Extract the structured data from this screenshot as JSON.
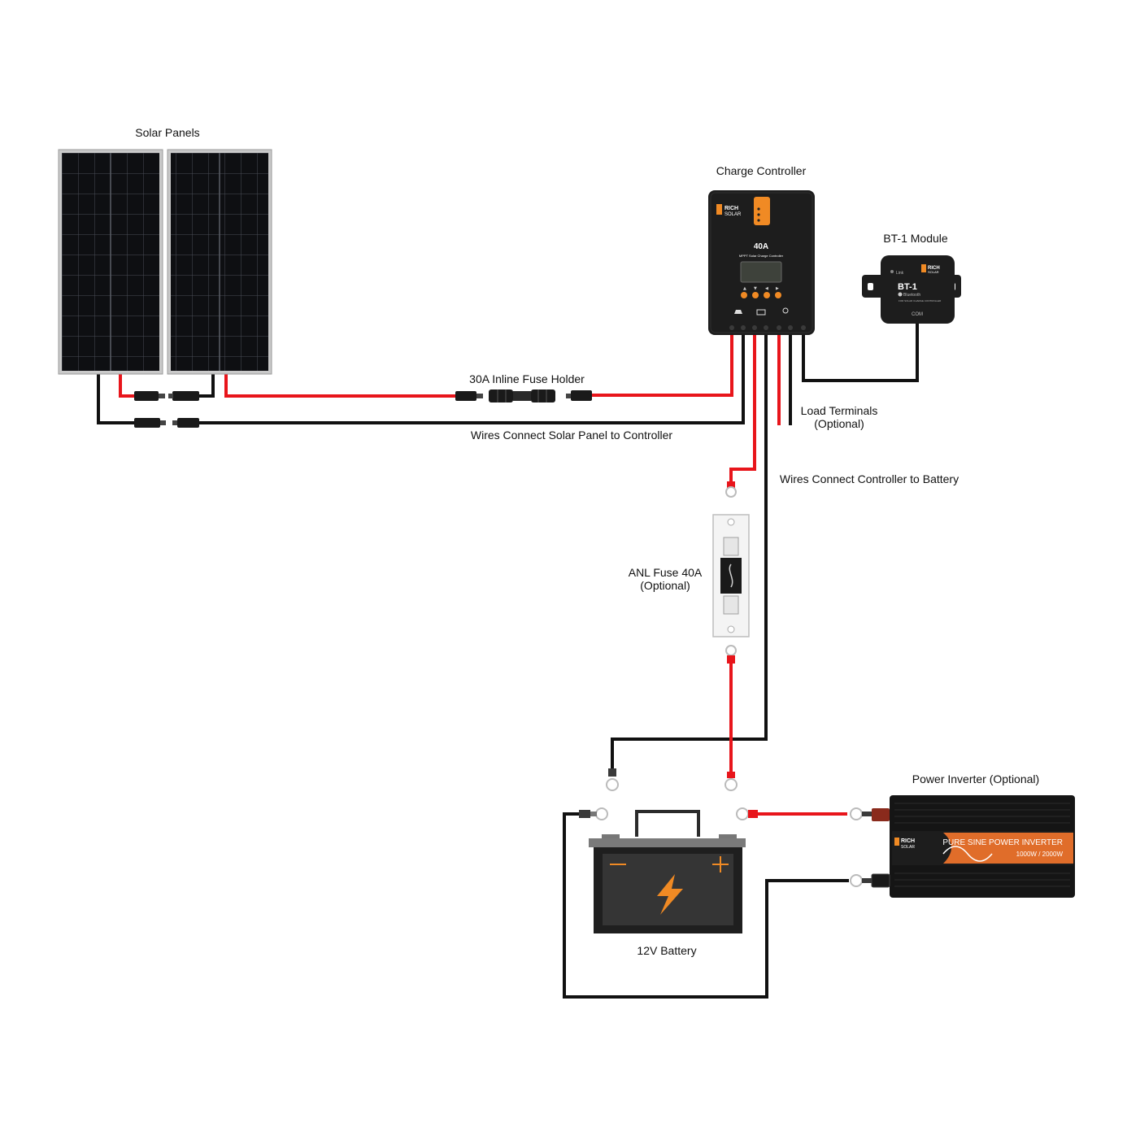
{
  "labels": {
    "solar_panels": "Solar Panels",
    "charge_controller": "Charge Controller",
    "bt1_module": "BT-1 Module",
    "inline_fuse": "30A Inline Fuse Holder",
    "wires_panel_controller": "Wires Connect Solar Panel to Controller",
    "load_terminals_line1": "Load Terminals",
    "load_terminals_line2": "(Optional)",
    "wires_controller_battery": "Wires Connect Controller to Battery",
    "anl_fuse_line1": "ANL Fuse 40A",
    "anl_fuse_line2": "(Optional)",
    "power_inverter": "Power Inverter (Optional)",
    "battery": "12V Battery"
  },
  "controller_face": {
    "brand_line1": "RICH",
    "brand_line2": "SOLAR",
    "rating": "40A",
    "subtitle": "MPPT  Solar Charge Controller"
  },
  "bt1_face": {
    "brand_line1": "RICH",
    "brand_line2": "SOLAR",
    "model": "BT-1",
    "link": "Link",
    "bluetooth": "Bluetooth",
    "sub": "FOR SOLAR CHARGE CONTROLLER",
    "port": "COM"
  },
  "inverter_face": {
    "brand_line1": "RICH",
    "brand_line2": "SOLAR",
    "title": "PURE SINE POWER INVERTER",
    "rating": "1000W / 2000W"
  },
  "battery_face": {
    "minus": "−",
    "plus": "+"
  },
  "colors": {
    "wire_red": "#e8151b",
    "wire_black": "#111111",
    "accent_orange": "#f08a24",
    "device_body": "#1d1d1d"
  }
}
